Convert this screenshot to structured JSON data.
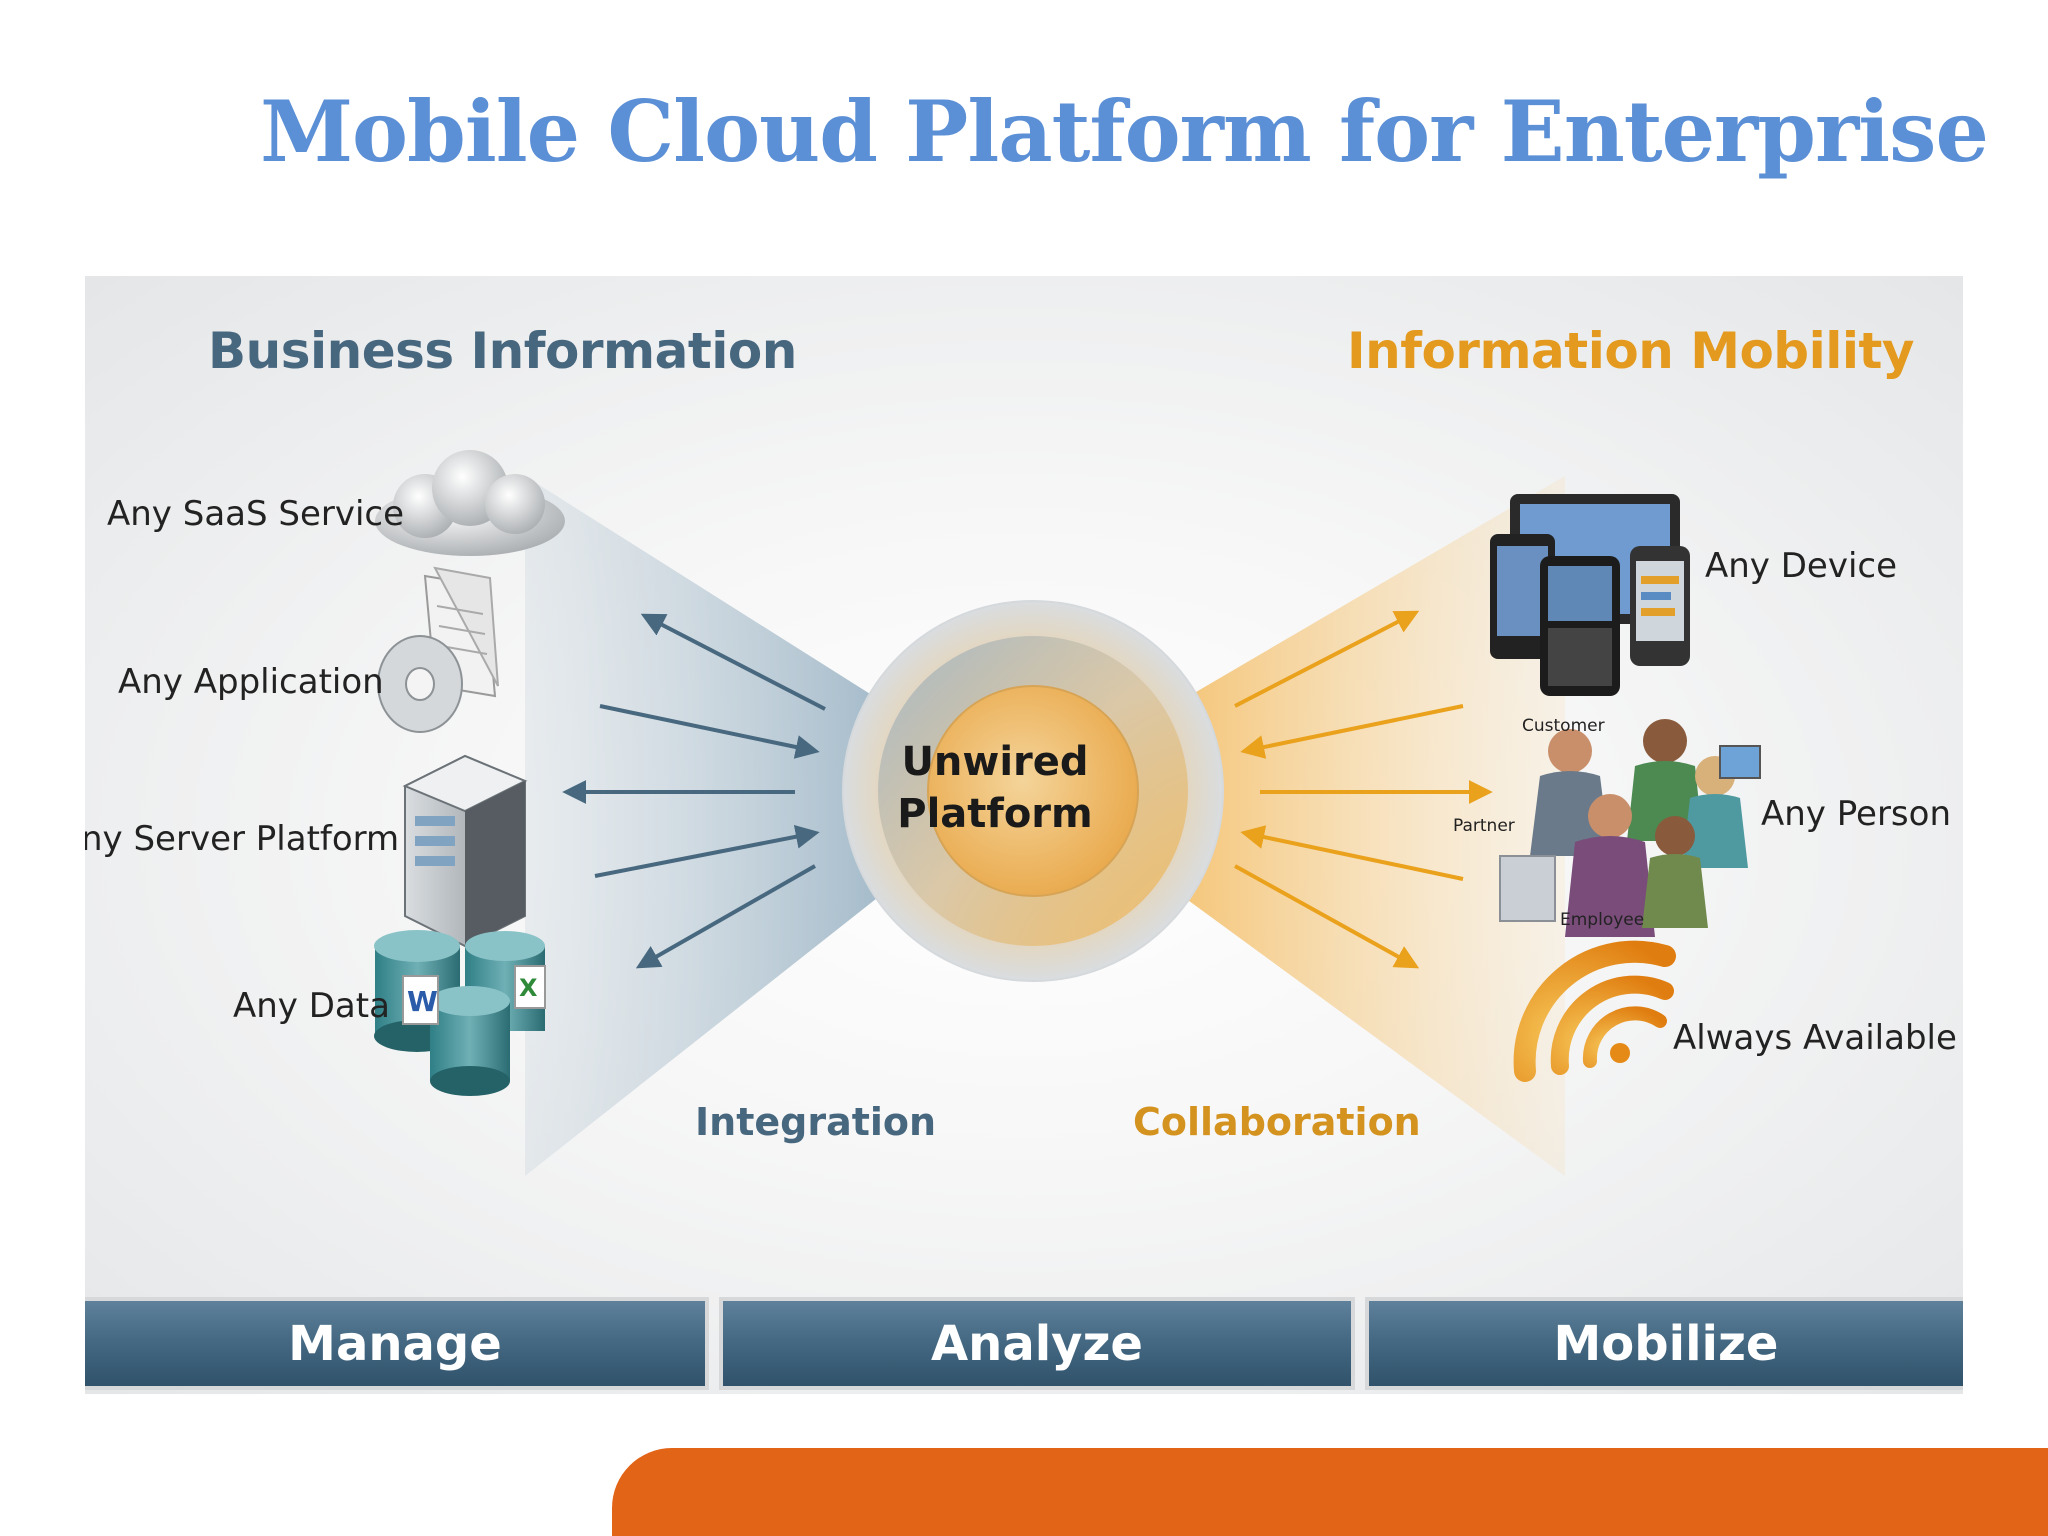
{
  "title": "Mobile Cloud Platform for Enterprise",
  "headings": {
    "left": "Business Information",
    "right": "Information Mobility"
  },
  "left_items": [
    {
      "label": "Any SaaS Service",
      "icon": "cloud-icon"
    },
    {
      "label": "Any Application",
      "icon": "application-icon"
    },
    {
      "label": "ny Server Platform",
      "icon": "server-icon"
    },
    {
      "label": "Any Data",
      "icon": "database-icon"
    }
  ],
  "right_items": [
    {
      "label": "Any Device",
      "icon": "devices-icon"
    },
    {
      "label": "Any Person",
      "icon": "people-icon"
    },
    {
      "label": "Always Available",
      "icon": "signal-icon"
    }
  ],
  "person_roles": {
    "customer": "Customer",
    "partner": "Partner",
    "employee": "Employee"
  },
  "hub": {
    "line1": "Unwired",
    "line2": "Platform"
  },
  "flows": {
    "left": "Integration",
    "right": "Collaboration"
  },
  "bottom_bar": [
    "Manage",
    "Analyze",
    "Mobilize"
  ],
  "colors": {
    "title": "#5b8fd6",
    "business": "#47677f",
    "mobility": "#e39a1e",
    "bar": "#466a84",
    "accent_orange": "#e26417"
  }
}
